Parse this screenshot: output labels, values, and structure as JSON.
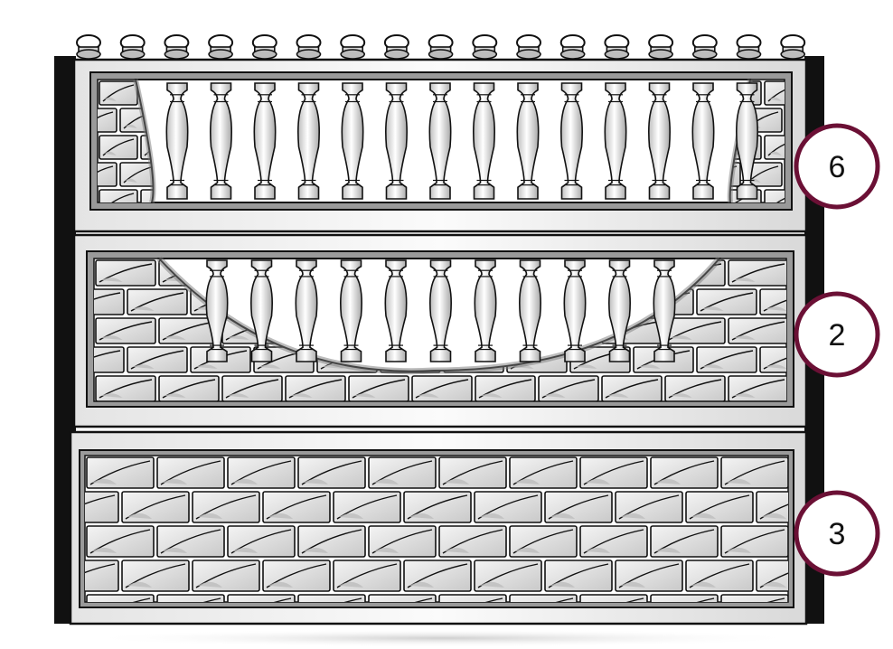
{
  "colors": {
    "outline": "#111111",
    "post": "#111111",
    "panel_light": "#f2f2f2",
    "panel_mid": "#d6d6d6",
    "recess": "#8f8f8f",
    "brick": "#e3e3e3",
    "brick_shade": "#b9b9b9",
    "callout_ring": "#6b1035",
    "callout_fill": "#ffffff"
  },
  "callouts": [
    {
      "label": "6",
      "section": "top-baluster-panel"
    },
    {
      "label": "2",
      "section": "middle-arched-panel"
    },
    {
      "label": "3",
      "section": "bottom-brick-panel"
    }
  ],
  "post_caps": 17,
  "top_balusters": 14,
  "middle_balusters": 11
}
